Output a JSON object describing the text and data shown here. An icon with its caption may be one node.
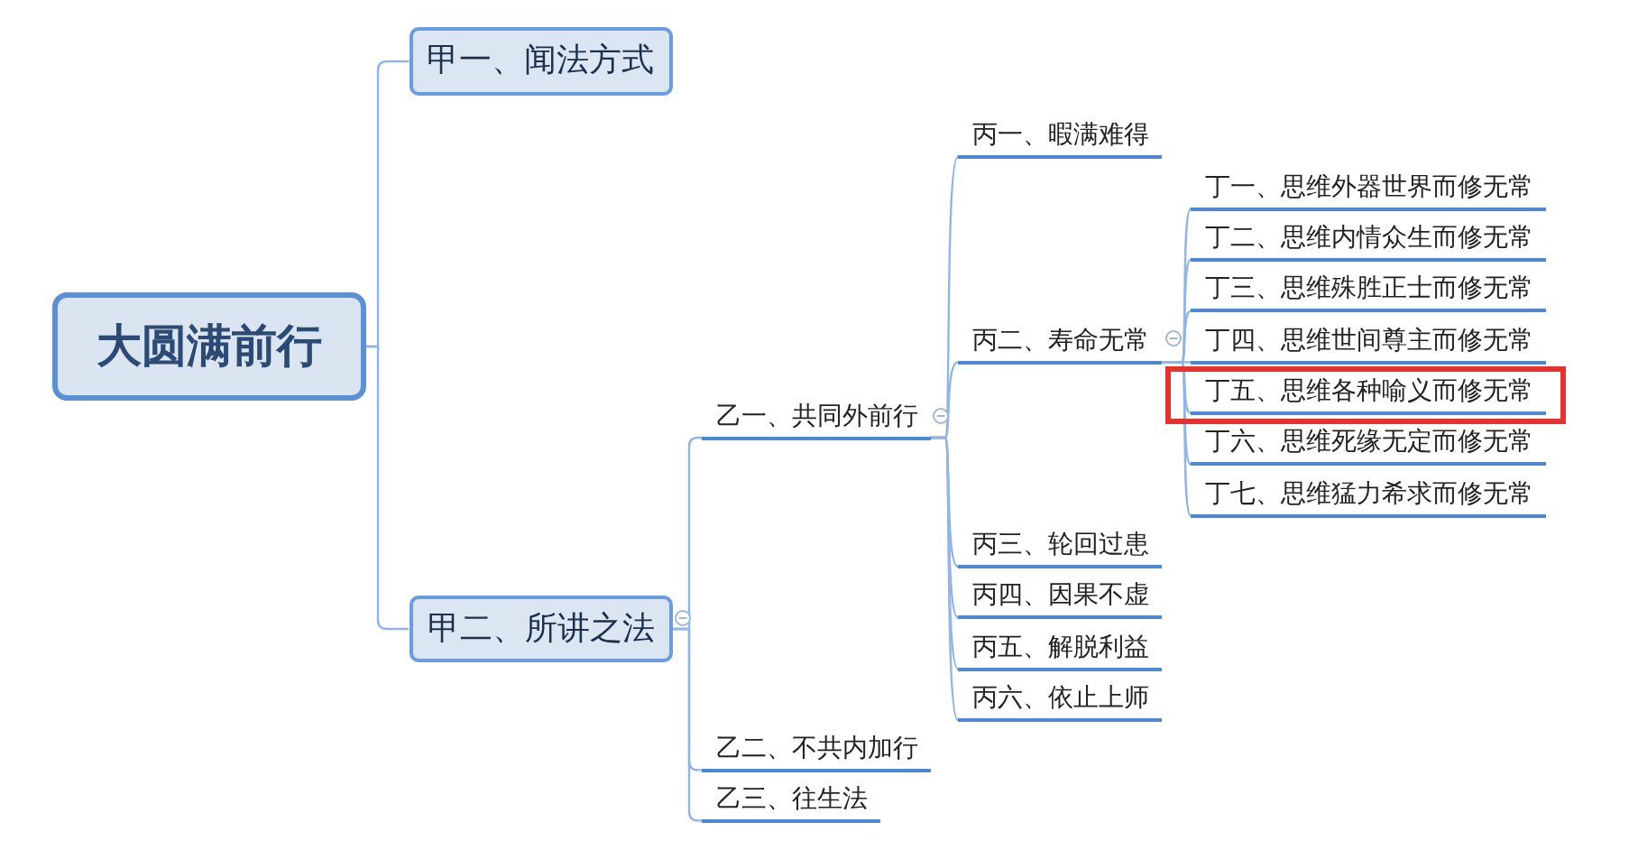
{
  "diagram": {
    "nodes": [
      {
        "text": [
          "大圆满前行"
        ]
      },
      {
        "text": [
          "甲一、闻法方式"
        ]
      },
      {
        "text": [
          "甲二、所讲之法"
        ]
      },
      {
        "text": [
          "乙一、共同外前行"
        ]
      },
      {
        "text": [
          "乙二、不共内加行"
        ]
      },
      {
        "text": [
          "乙三、往生法"
        ]
      },
      {
        "text": [
          "丙一、暇满难得"
        ]
      },
      {
        "text": [
          "丙二、寿命无常"
        ]
      },
      {
        "text": [
          "丙三、轮回过患"
        ]
      },
      {
        "text": [
          "丙四、因果不虚"
        ]
      },
      {
        "text": [
          "丙五、解脱利益"
        ]
      },
      {
        "text": [
          "丙六、依止上师"
        ]
      },
      {
        "text": [
          "丁一、思维外器世界而修无常"
        ]
      },
      {
        "text": [
          "丁二、思维内情众生而修无常"
        ]
      },
      {
        "text": [
          "丁三、思维殊胜正士而修无常"
        ]
      },
      {
        "text": [
          "丁四、思维世间尊主而修无常"
        ]
      },
      {
        "text": [
          "丁五、思维各种喻义而修无常"
        ]
      },
      {
        "text": [
          "丁六、思维死缘无定而修无常"
        ]
      },
      {
        "text": [
          "丁七、思维猛力希求而修无常"
        ]
      }
    ],
    "edges": [
      {
        "from": 0,
        "to": 1,
        "arrow": "none"
      },
      {
        "from": 0,
        "to": 2,
        "arrow": "none"
      },
      {
        "from": 2,
        "to": 3,
        "arrow": "none"
      },
      {
        "from": 2,
        "to": 4,
        "arrow": "none"
      },
      {
        "from": 2,
        "to": 5,
        "arrow": "none"
      },
      {
        "from": 3,
        "to": 6,
        "arrow": "none"
      },
      {
        "from": 3,
        "to": 7,
        "arrow": "none"
      },
      {
        "from": 3,
        "to": 8,
        "arrow": "none"
      },
      {
        "from": 3,
        "to": 9,
        "arrow": "none"
      },
      {
        "from": 3,
        "to": 10,
        "arrow": "none"
      },
      {
        "from": 3,
        "to": 11,
        "arrow": "none"
      },
      {
        "from": 7,
        "to": 12,
        "arrow": "none"
      },
      {
        "from": 7,
        "to": 13,
        "arrow": "none"
      },
      {
        "from": 7,
        "to": 14,
        "arrow": "none"
      },
      {
        "from": 7,
        "to": 15,
        "arrow": "none"
      },
      {
        "from": 7,
        "to": 16,
        "arrow": "none"
      },
      {
        "from": 7,
        "to": 17,
        "arrow": "none"
      },
      {
        "from": 7,
        "to": 18,
        "arrow": "none"
      }
    ]
  }
}
